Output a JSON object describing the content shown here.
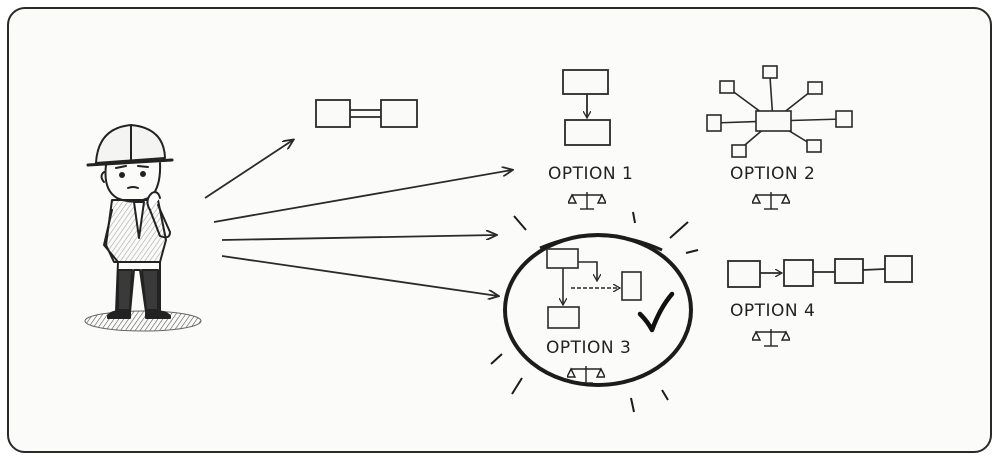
{
  "options": [
    {
      "id": "option-1",
      "label": "OPTION 1"
    },
    {
      "id": "option-2",
      "label": "OPTION 2"
    },
    {
      "id": "option-3",
      "label": "OPTION 3"
    },
    {
      "id": "option-4",
      "label": "OPTION 4"
    }
  ],
  "selected_option": "OPTION 3",
  "icons": [
    "engineer-figure-icon",
    "arrow-icon",
    "balance-scale-icon",
    "checkmark-icon"
  ],
  "colors": {
    "ink": "#222222",
    "background": "#fbfbf9"
  }
}
